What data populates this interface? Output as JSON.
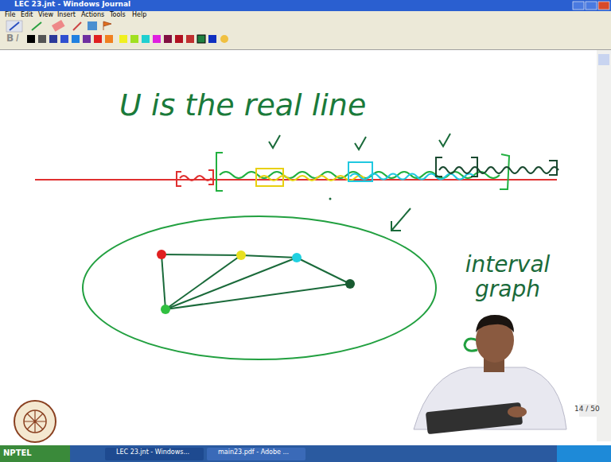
{
  "diagram": {
    "labels": [
      "U is the real line",
      "interval graph",
      "LEC 23.jnt - Windows Journal",
      "File",
      "Edit",
      "View",
      "Insert",
      "Actions",
      "Tools",
      "Help",
      "B",
      "I",
      "14 / 50",
      "NPTEL",
      "LEC 23.jnt - Windows...",
      "main23.pdf - Adobe ..."
    ]
  }
}
